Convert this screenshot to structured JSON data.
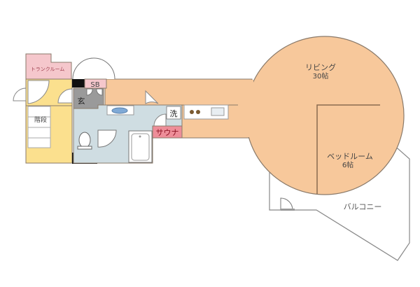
{
  "plan": {
    "rooms": {
      "trunk_room": "トランクルーム",
      "sb": "SB",
      "genkan": "玄",
      "stairs": "階段",
      "laundry": "洗",
      "sauna": "サウナ",
      "living": "リビング",
      "living_size": "30帖",
      "bedroom": "ベッドルーム",
      "bedroom_size": "6帖",
      "balcony": "バルコニー"
    },
    "colors": {
      "living": "#f7c89b",
      "stairs_area": "#fbe08e",
      "bath_area": "#cfdde2",
      "trunk": "#f5c7cc",
      "sauna": "#ee8e99",
      "genkan": "#9a9a9a",
      "pillar": "#111111"
    }
  }
}
